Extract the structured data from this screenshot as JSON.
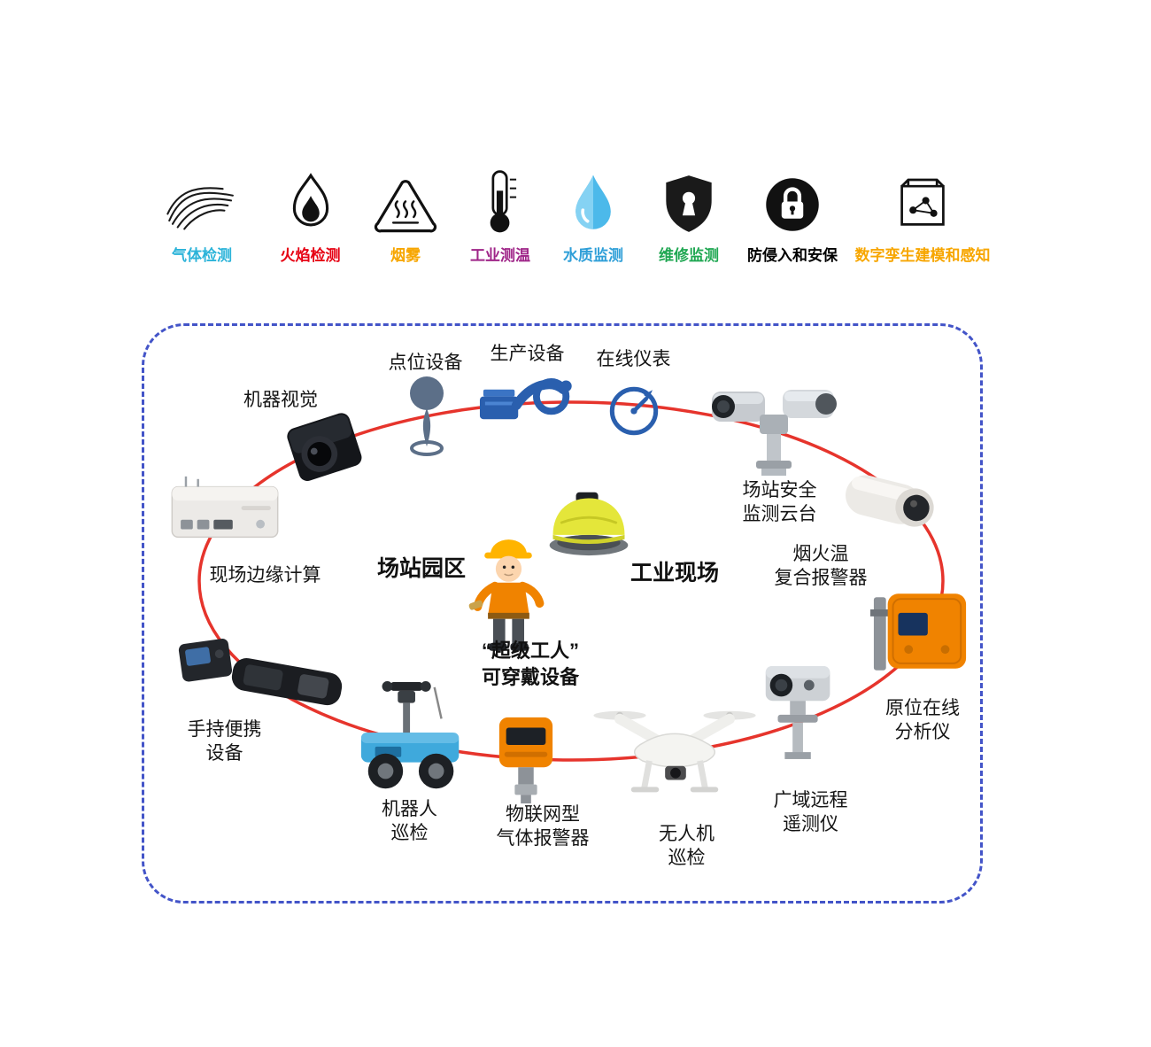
{
  "colors": {
    "dashed_border": "#4354c8",
    "red_loop": "#e6342c",
    "device_orange": "#f08300",
    "icon_blue": "#2a5fae"
  },
  "legend": {
    "items": [
      {
        "id": "gas-detection",
        "label": "气体检测",
        "color": "#2bb3d9",
        "icon": "gas-waves-icon"
      },
      {
        "id": "flame-detection",
        "label": "火焰检测",
        "color": "#e60012",
        "icon": "flame-icon"
      },
      {
        "id": "smoke",
        "label": "烟雾",
        "color": "#f7a600",
        "icon": "smoke-warning-icon"
      },
      {
        "id": "industrial-temp",
        "label": "工业测温",
        "color": "#9f2588",
        "icon": "thermometer-icon"
      },
      {
        "id": "water-quality",
        "label": "水质监测",
        "color": "#2f9fd8",
        "icon": "water-drop-icon"
      },
      {
        "id": "maintenance",
        "label": "维修监测",
        "color": "#1fa752",
        "icon": "shield-keyhole-icon"
      },
      {
        "id": "security",
        "label": "防侵入和安保",
        "color": "#000000",
        "icon": "lock-circle-icon"
      },
      {
        "id": "digital-twin",
        "label": "数字孪生建模和感知",
        "color": "#f7a600",
        "icon": "cube-scan-icon"
      }
    ]
  },
  "diagram": {
    "nodes": {
      "machine_vision": "机器视觉",
      "point_device": "点位设备",
      "production_equipment": "生产设备",
      "online_instrument": "在线仪表",
      "station_security_ptz": "场站安全\n监测云台",
      "smoke_fire_temp_alarm": "烟火温\n复合报警器",
      "insitu_online_analyzer": "原位在线\n分析仪",
      "wide_area_telemetry": "广域远程\n遥测仪",
      "drone_inspection": "无人机\n巡检",
      "iot_gas_alarm": "物联网型\n气体报警器",
      "robot_inspection": "机器人\n巡检",
      "handheld_portable": "手持便携\n设备",
      "edge_computing": "现场边缘计算"
    },
    "center": {
      "station_campus": "场站园区",
      "industrial_site": "工业现场",
      "super_worker": "“超级工人”\n可穿戴设备"
    }
  }
}
